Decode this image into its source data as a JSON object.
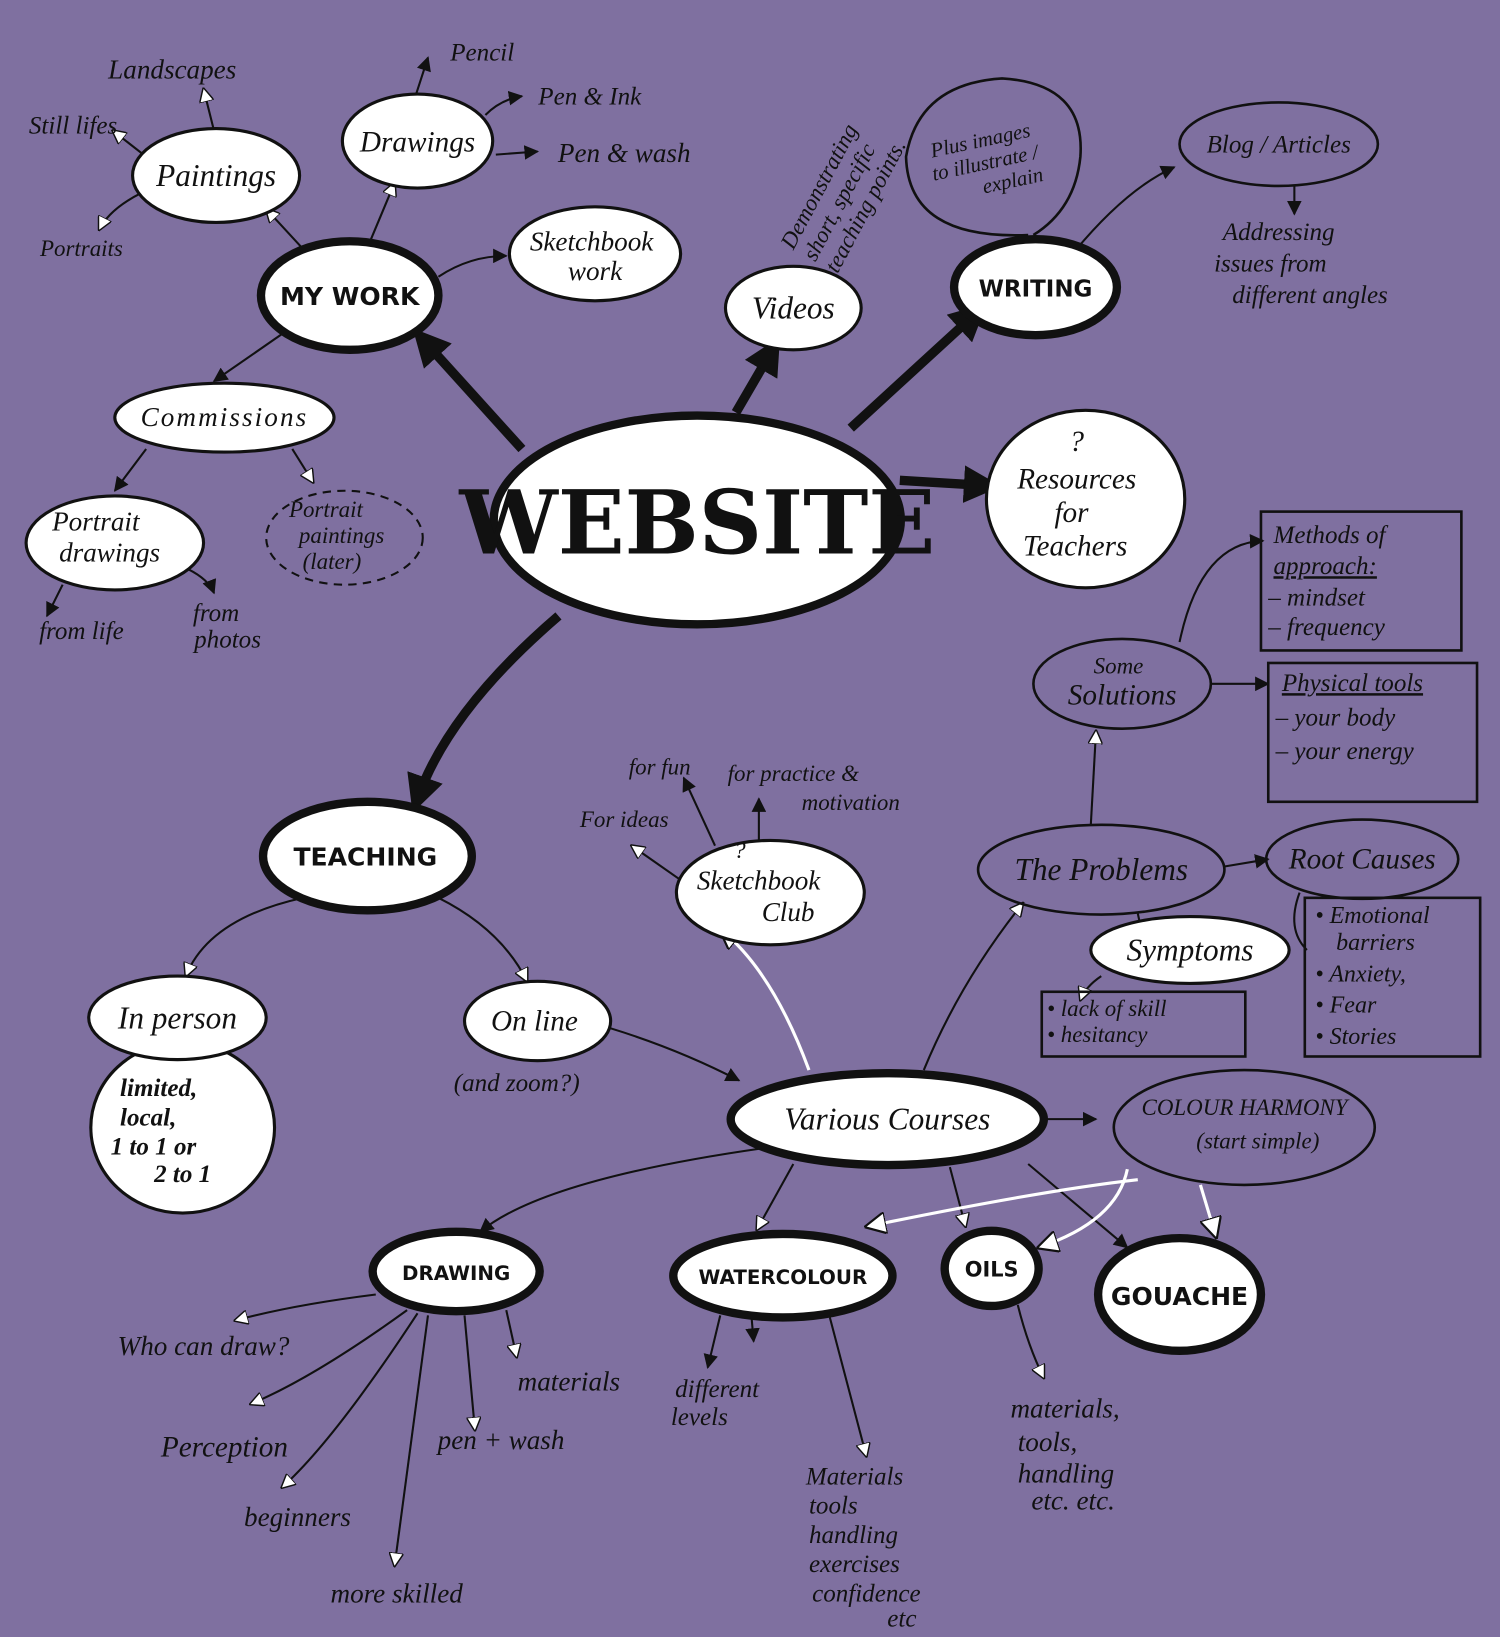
{
  "colors": {
    "background": "#7f70a0",
    "ink": "#111111",
    "paper": "#ffffff"
  },
  "center": {
    "label": "WEBSITE"
  },
  "my_work": {
    "label": "MY WORK",
    "paintings": {
      "label": "Paintings",
      "children": [
        "Landscapes",
        "Still lifes",
        "Portraits"
      ]
    },
    "drawings": {
      "label": "Drawings",
      "children": [
        "Pencil",
        "Pen & Ink",
        "Pen & wash"
      ]
    },
    "sketchbook": {
      "label": [
        "Sketchbook",
        "work"
      ]
    },
    "commissions": {
      "label": "Commissions",
      "portrait_drawings": {
        "label": [
          "Portrait",
          "drawings"
        ],
        "children": [
          "from life",
          [
            "from",
            "photos"
          ]
        ]
      },
      "portrait_paintings": {
        "label": [
          "Portrait",
          "paintings",
          "(later)"
        ]
      }
    }
  },
  "videos": {
    "label": "Videos",
    "note": [
      "Demonstrating",
      "short, specific",
      "teaching points."
    ]
  },
  "writing": {
    "label": "WRITING",
    "note": [
      "Plus images",
      "to illustrate /",
      "explain"
    ],
    "blog": {
      "label": "Blog / Articles",
      "note": [
        "Addressing",
        "issues from",
        "different angles"
      ]
    }
  },
  "resources": {
    "label": [
      "?",
      "Resources",
      "for",
      "Teachers"
    ]
  },
  "teaching": {
    "label": "TEACHING",
    "in_person": {
      "label": "In person",
      "note": [
        "limited,",
        "local,",
        "1 to 1 or",
        "2 to 1"
      ]
    },
    "online": {
      "label": "On line",
      "note": "(and zoom?)"
    },
    "sketchbook_club": {
      "label": [
        "?",
        "Sketchbook",
        "Club"
      ],
      "children": [
        "For ideas",
        "for fun",
        "for practice &",
        "motivation"
      ]
    },
    "various_courses": {
      "label": "Various Courses"
    },
    "colour_harmony": {
      "label": [
        "COLOUR HARMONY",
        "(start simple)"
      ]
    },
    "problems": {
      "label": "The Problems",
      "solutions": {
        "label": [
          "Some",
          "Solutions"
        ]
      },
      "methods": {
        "title": [
          "Methods of",
          "approach:"
        ],
        "items": [
          "– mindset",
          "– frequency"
        ]
      },
      "physical": {
        "title": "Physical tools",
        "items": [
          "– your body",
          "– your energy"
        ]
      },
      "root_causes": {
        "label": "Root Causes",
        "items": [
          "• Emotional",
          "barriers",
          "• Anxiety,",
          "• Fear",
          "• Stories"
        ]
      },
      "symptoms": {
        "label": "Symptoms",
        "items": [
          "• lack of skill",
          "• hesitancy"
        ]
      }
    },
    "courses": {
      "drawing": {
        "label": "DRAWING",
        "children": [
          "Who can draw?",
          "Perception",
          "beginners",
          "more skilled",
          "pen + wash",
          "materials"
        ]
      },
      "watercolour": {
        "label": "WATERCOLOUR",
        "children": [
          [
            "different",
            "levels"
          ],
          [
            "Materials",
            "tools",
            "handling",
            "exercises",
            "confidence",
            "etc"
          ]
        ]
      },
      "oils": {
        "label": "OILS",
        "children": [
          [
            "materials,",
            "tools,",
            "handling",
            "etc. etc."
          ]
        ]
      },
      "gouache": {
        "label": "GOUACHE"
      }
    }
  }
}
